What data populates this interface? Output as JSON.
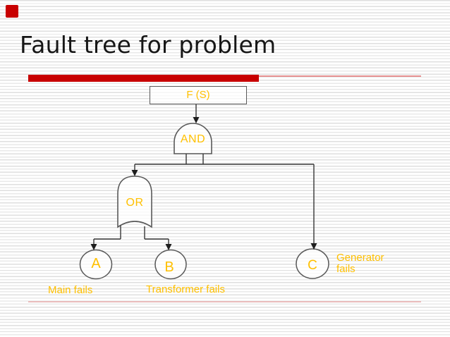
{
  "slide": {
    "title": "Fault tree for problem",
    "accents": {
      "bullet_square_color": "#C80000",
      "title_bar_color": "#C80000",
      "thin_rule_color": "#E58F8F",
      "footer_rule_color": "#E9BCBC"
    }
  },
  "diagram": {
    "type": "fault-tree",
    "node_text_color": "#FFC000",
    "outline_color": "#595959",
    "connector_color": "#363636",
    "top_event": {
      "label": "F (S)"
    },
    "and_gate": {
      "label": "AND"
    },
    "or_gate": {
      "label": "OR"
    },
    "events": [
      {
        "label": "A",
        "caption": "Main fails"
      },
      {
        "label": "B",
        "caption": "Transformer fails"
      },
      {
        "label": "C",
        "caption": "Generator fails"
      }
    ]
  }
}
